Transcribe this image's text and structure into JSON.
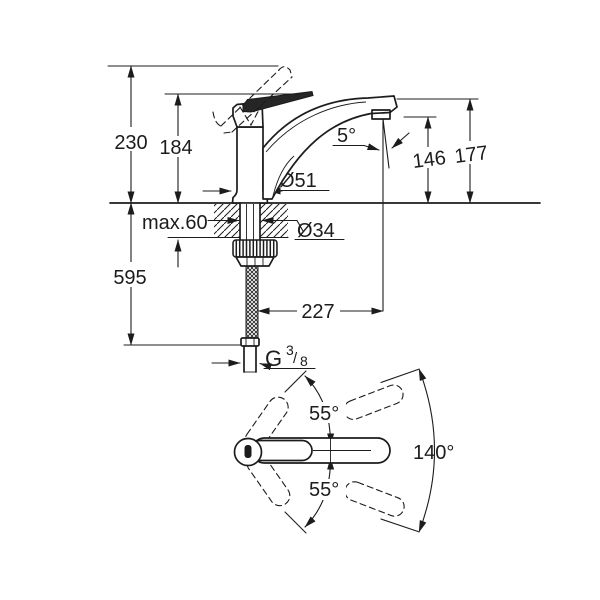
{
  "colors": {
    "line": "#1c1c1c",
    "background": "#ffffff"
  },
  "side_view": {
    "dim_total_height": "230",
    "dim_body_height": "184",
    "dim_max_counter_thickness": "max.60",
    "dim_mounting_depth": "595",
    "dim_base_diameter": "Ø51",
    "dim_shank_diameter": "Ø34",
    "dim_spray_angle": "5°",
    "dim_outlet_height": "146",
    "dim_spout_top_height": "177",
    "dim_spout_reach": "227",
    "thread": {
      "g": "G",
      "numerator": "3",
      "slash": "/",
      "denominator": "8"
    }
  },
  "top_view": {
    "dim_swivel_upper": "55°",
    "dim_swivel_lower": "55°",
    "dim_swivel_total": "140°"
  }
}
